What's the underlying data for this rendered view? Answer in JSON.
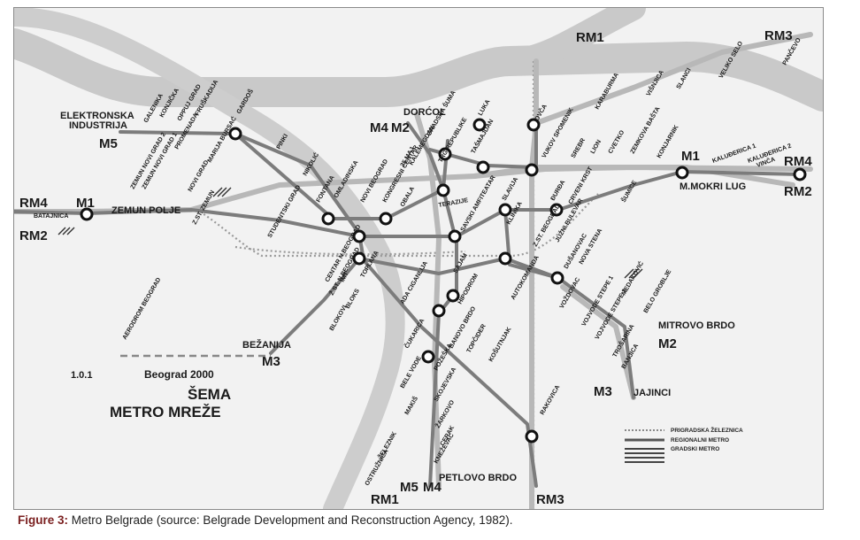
{
  "caption": {
    "label": "Figure 3:",
    "text": " Metro Belgrade (source: Belgrade Development and Reconstruction Agency, 1982)."
  },
  "map": {
    "code": "1.0.1",
    "city_year": "Beograd  2000",
    "title_line1": "ŠEMA",
    "title_line2": "METRO MREŽE",
    "line_labels": {
      "rm1_top": "RM1",
      "rm3_top": "RM3",
      "rm4_left": "RM4",
      "m1_left": "M1",
      "rm2_left": "RM2",
      "m5_left": "M5",
      "m4_top": "M4",
      "m2_top": "M2",
      "m1_right": "M1",
      "rm4_right": "RM4",
      "rm2_right": "RM2",
      "m2_right": "M2",
      "m3_right": "M3",
      "m3_left": "M3",
      "m5_bottom": "M5",
      "m4_bottom": "M4",
      "rm1_bottom": "RM1",
      "rm3_bottom": "RM3"
    },
    "area_labels": {
      "elektronska": "ELEKTRONSKA",
      "industrija": "INDUSTRIJA",
      "dorcol": "DORĆOL",
      "mokri_lug": "M.MOKRI LUG",
      "zemun_polje": "ZEMUN POLJE",
      "mitrovo_brdo": "MITROVO BRDO",
      "jajinci": "JAJINCI",
      "bezanija": "BEŽANIJA",
      "petlovo_brdo": "PETLOVO BRDO",
      "batajnica": "BATAJNICA"
    },
    "stations": [
      "GALENIKA",
      "KONJIČKA",
      "OPPUJ GRAD",
      "FRUŠKADIJA",
      "GARDOŠ",
      "ZEMUN NOVI GRAD 2",
      "ZEMUN NOVI GRAD 1",
      "PROMENADA",
      "NOVI GRAD",
      "MARIJA BURSAĆ",
      "PINKI",
      "NIKOLIĆ",
      "FONTANA",
      "OMLADINSKA",
      "NOVI BEOGRAD",
      "KONGRESNI CENTAR",
      "OBALA",
      "STUDENTSKI GRAD",
      "Z.ST. ZEMUN",
      "25.MAJ",
      "KALEMEGDAN",
      "GRADSKA ŠUMA",
      "TRG REPUBLIKE",
      "TAŠMAJDAN",
      "LUKA",
      "OVČA",
      "VUKOV SPOMENIK",
      "TERAZIJE",
      "SAVSKI AMFITEATAR",
      "SLAVIJA",
      "ĐURĐA",
      "KARABURMA",
      "VIŠNJICA",
      "SLANCI",
      "VELIKO SELO",
      "PANČEVO",
      "KALUĐERICA 1",
      "KALUĐERICA 2",
      "VINČA",
      "SREBR",
      "LION",
      "CVETKO",
      "ZEMKOVA BAŠTA",
      "KONJARNIK",
      "CRVENI KRST",
      "ŠUMICE",
      "KLINIKA",
      "Z.ST. BEOGRAD",
      "JUŽNI BULEVAR",
      "DUŠANOVAC",
      "NOVA STENA",
      "MEDAKOVIĆ",
      "BELO GROBLJE",
      "VOŽDOVAC",
      "VOJVODE STEPE 1",
      "VOJVODE STEPE 2",
      "TROŠARINA",
      "BANJICA",
      "CENTAR N.BEOGRAD",
      "Ž.ST. N.BEOGRAD",
      "IMT",
      "BLOKOVI",
      "BLOKS",
      "TOPLANA",
      "ADA CIGANLIJA",
      "SAJAM",
      "HIPODROM",
      "AUTOKOMANDA",
      "BANOVO BRDO",
      "TOPČIDER",
      "ČUKARICA",
      "POŽEŠKA",
      "BELE VODE",
      "SKOJEVSKA",
      "ŽARKOVO",
      "CERAK",
      "KNEŽEVAC",
      "KOŠUTNJAK",
      "RAKOVICA",
      "MAKIŠ",
      "ŽELEZNIK",
      "OSTRUŽNICA",
      "AERODROM BEOGRAD"
    ],
    "legend": {
      "item1": "PRIGRADSKA ŽELEZNICA",
      "item2": "REGIONALNI METRO",
      "item3": "GRADSKI METRO"
    },
    "colors": {
      "river": "#cfcfcf",
      "regional": "#bdbdbd",
      "city": "#7a7a7a",
      "ink": "#111111",
      "background": "#f2f2f2"
    }
  }
}
